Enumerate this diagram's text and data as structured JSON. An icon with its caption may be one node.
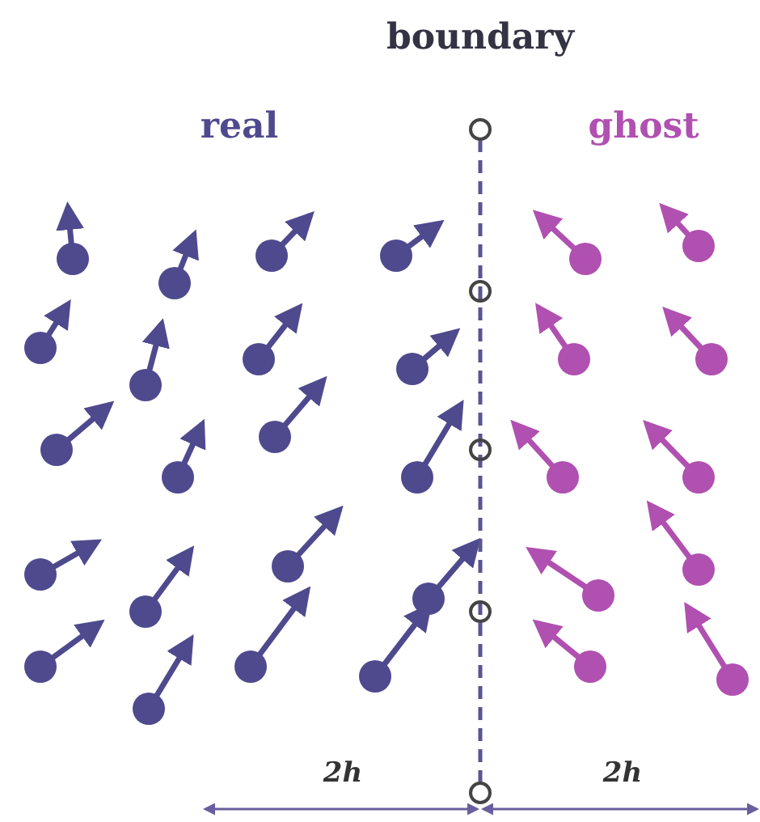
{
  "diagram": {
    "labels": [
      "boundary",
      "real",
      "ghost",
      "2h",
      "2h"
    ]
  }
}
